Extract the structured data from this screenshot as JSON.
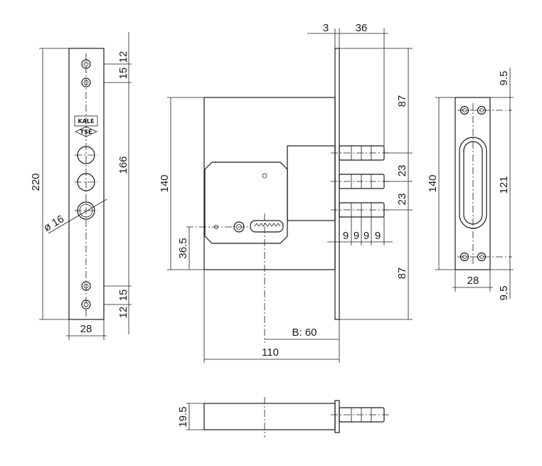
{
  "front_plate": {
    "dim_height": "220",
    "dim_holes_span": "166",
    "dim_top_1": "12",
    "dim_top_2": "15",
    "dim_bottom_1": "15",
    "dim_bottom_2": "12",
    "dim_width": "28",
    "dim_cylinder": "ø 16",
    "logo_line1": "KALE",
    "logo_line2": "TSE"
  },
  "lock_body": {
    "dim_plate_thickness": "3",
    "dim_bolt_projection": "36",
    "dim_top_offset": "87",
    "dim_bottom_offset": "87",
    "dim_bolt_pitch_1": "23",
    "dim_bolt_pitch_2": "23",
    "dim_case_height": "140",
    "dim_key_height": "36.5",
    "dim_bolt_segments": [
      "9",
      "9",
      "9",
      "9"
    ],
    "dim_backset": "B: 60",
    "dim_case_depth": "110"
  },
  "strike_plate": {
    "dim_height": "140",
    "dim_slot": "121",
    "dim_top": "9.5",
    "dim_bottom": "9.5",
    "dim_width": "28"
  },
  "bottom_view": {
    "dim_thickness": "19.5"
  }
}
